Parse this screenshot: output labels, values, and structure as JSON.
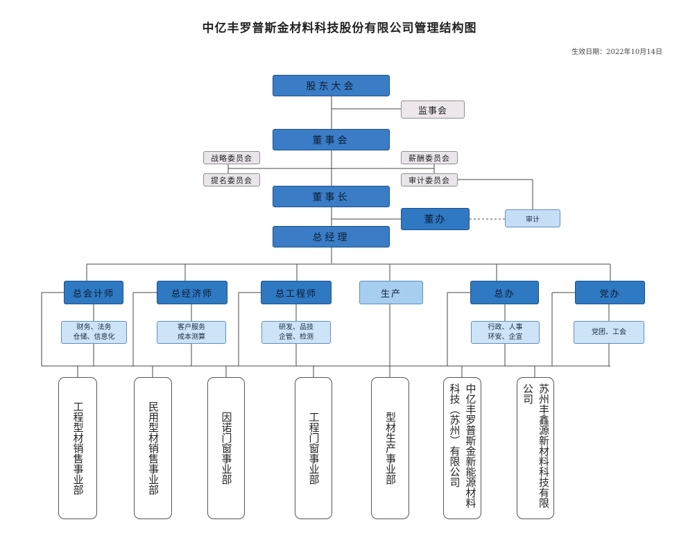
{
  "title": "中亿丰罗普斯金材料科技股份有限公司管理结构图",
  "effective_date": "生效日期：2022年10月14日",
  "top": {
    "shareholders": "股东大会",
    "supervisors": "监事会",
    "board": "董事会",
    "strategy_committee": "战略委员会",
    "nomination_committee": "提名委员会",
    "compensation_committee": "薪酬委员会",
    "audit_committee": "审计委员会",
    "chairman": "董事长",
    "board_office": "董办",
    "audit": "审计",
    "general_manager": "总经理"
  },
  "executives": [
    {
      "label": "总会计师",
      "duties": [
        "财务、法务",
        "仓储、信息化"
      ]
    },
    {
      "label": "总经济师",
      "duties": [
        "客户服务",
        "成本测算"
      ]
    },
    {
      "label": "总工程师",
      "duties": [
        "研发、品技",
        "企管、检测"
      ]
    },
    {
      "label": "生产",
      "duties": []
    },
    {
      "label": "总办",
      "duties": [
        "行政、人事",
        "环安、企宣"
      ]
    },
    {
      "label": "党办",
      "duties": [
        "党团、工会"
      ]
    }
  ],
  "units": [
    "工程型材销售事业部",
    "民用型材销售事业部",
    "因诺门窗事业部",
    "工程门窗事业部",
    "型材生产事业部",
    "中亿丰罗普斯金新能源材料科技（苏州）有限公司",
    "苏州丰鑫源新材料科技有限公司"
  ]
}
